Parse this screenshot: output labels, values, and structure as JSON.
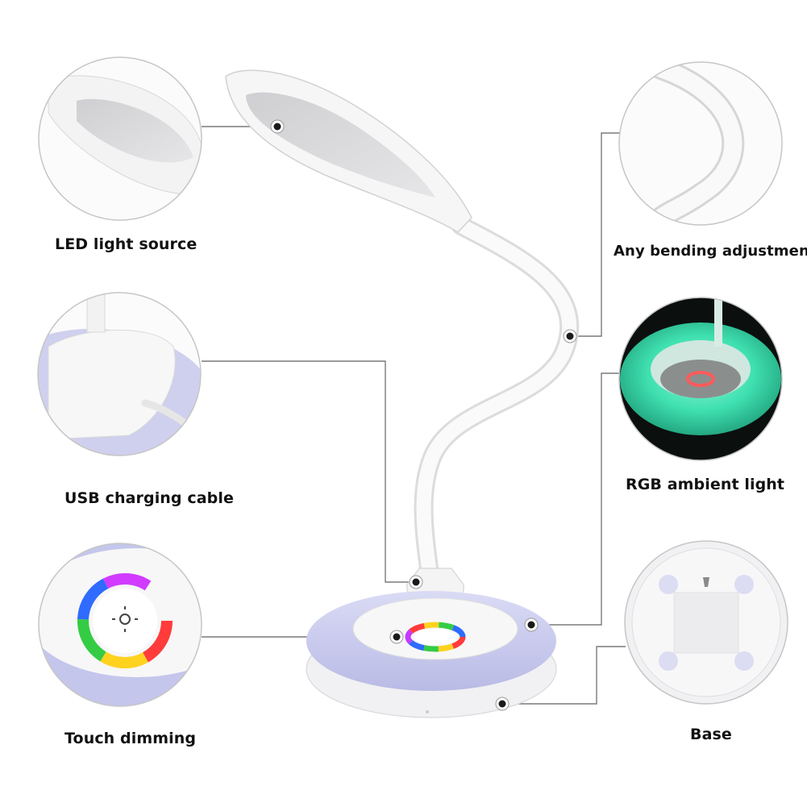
{
  "features": {
    "led_light_source": "LED light source",
    "any_bending_adjustment": "Any bending adjustment",
    "usb_charging_cable": "USB charging cable",
    "rgb_ambient_light": "RGB ambient light",
    "touch_dimming": "Touch dimming",
    "base": "Base"
  },
  "colors": {
    "background": "#ffffff",
    "lamp_white": "#f7f7f7",
    "base_lavender": "#c8c9ec",
    "ambient_green": "#46e0b4",
    "callout_line": "#7a7a7a",
    "marker": "#1a1a1a"
  },
  "icons": {
    "marker": "callout-dot-icon",
    "rgb_ring": "color-ring-icon"
  }
}
